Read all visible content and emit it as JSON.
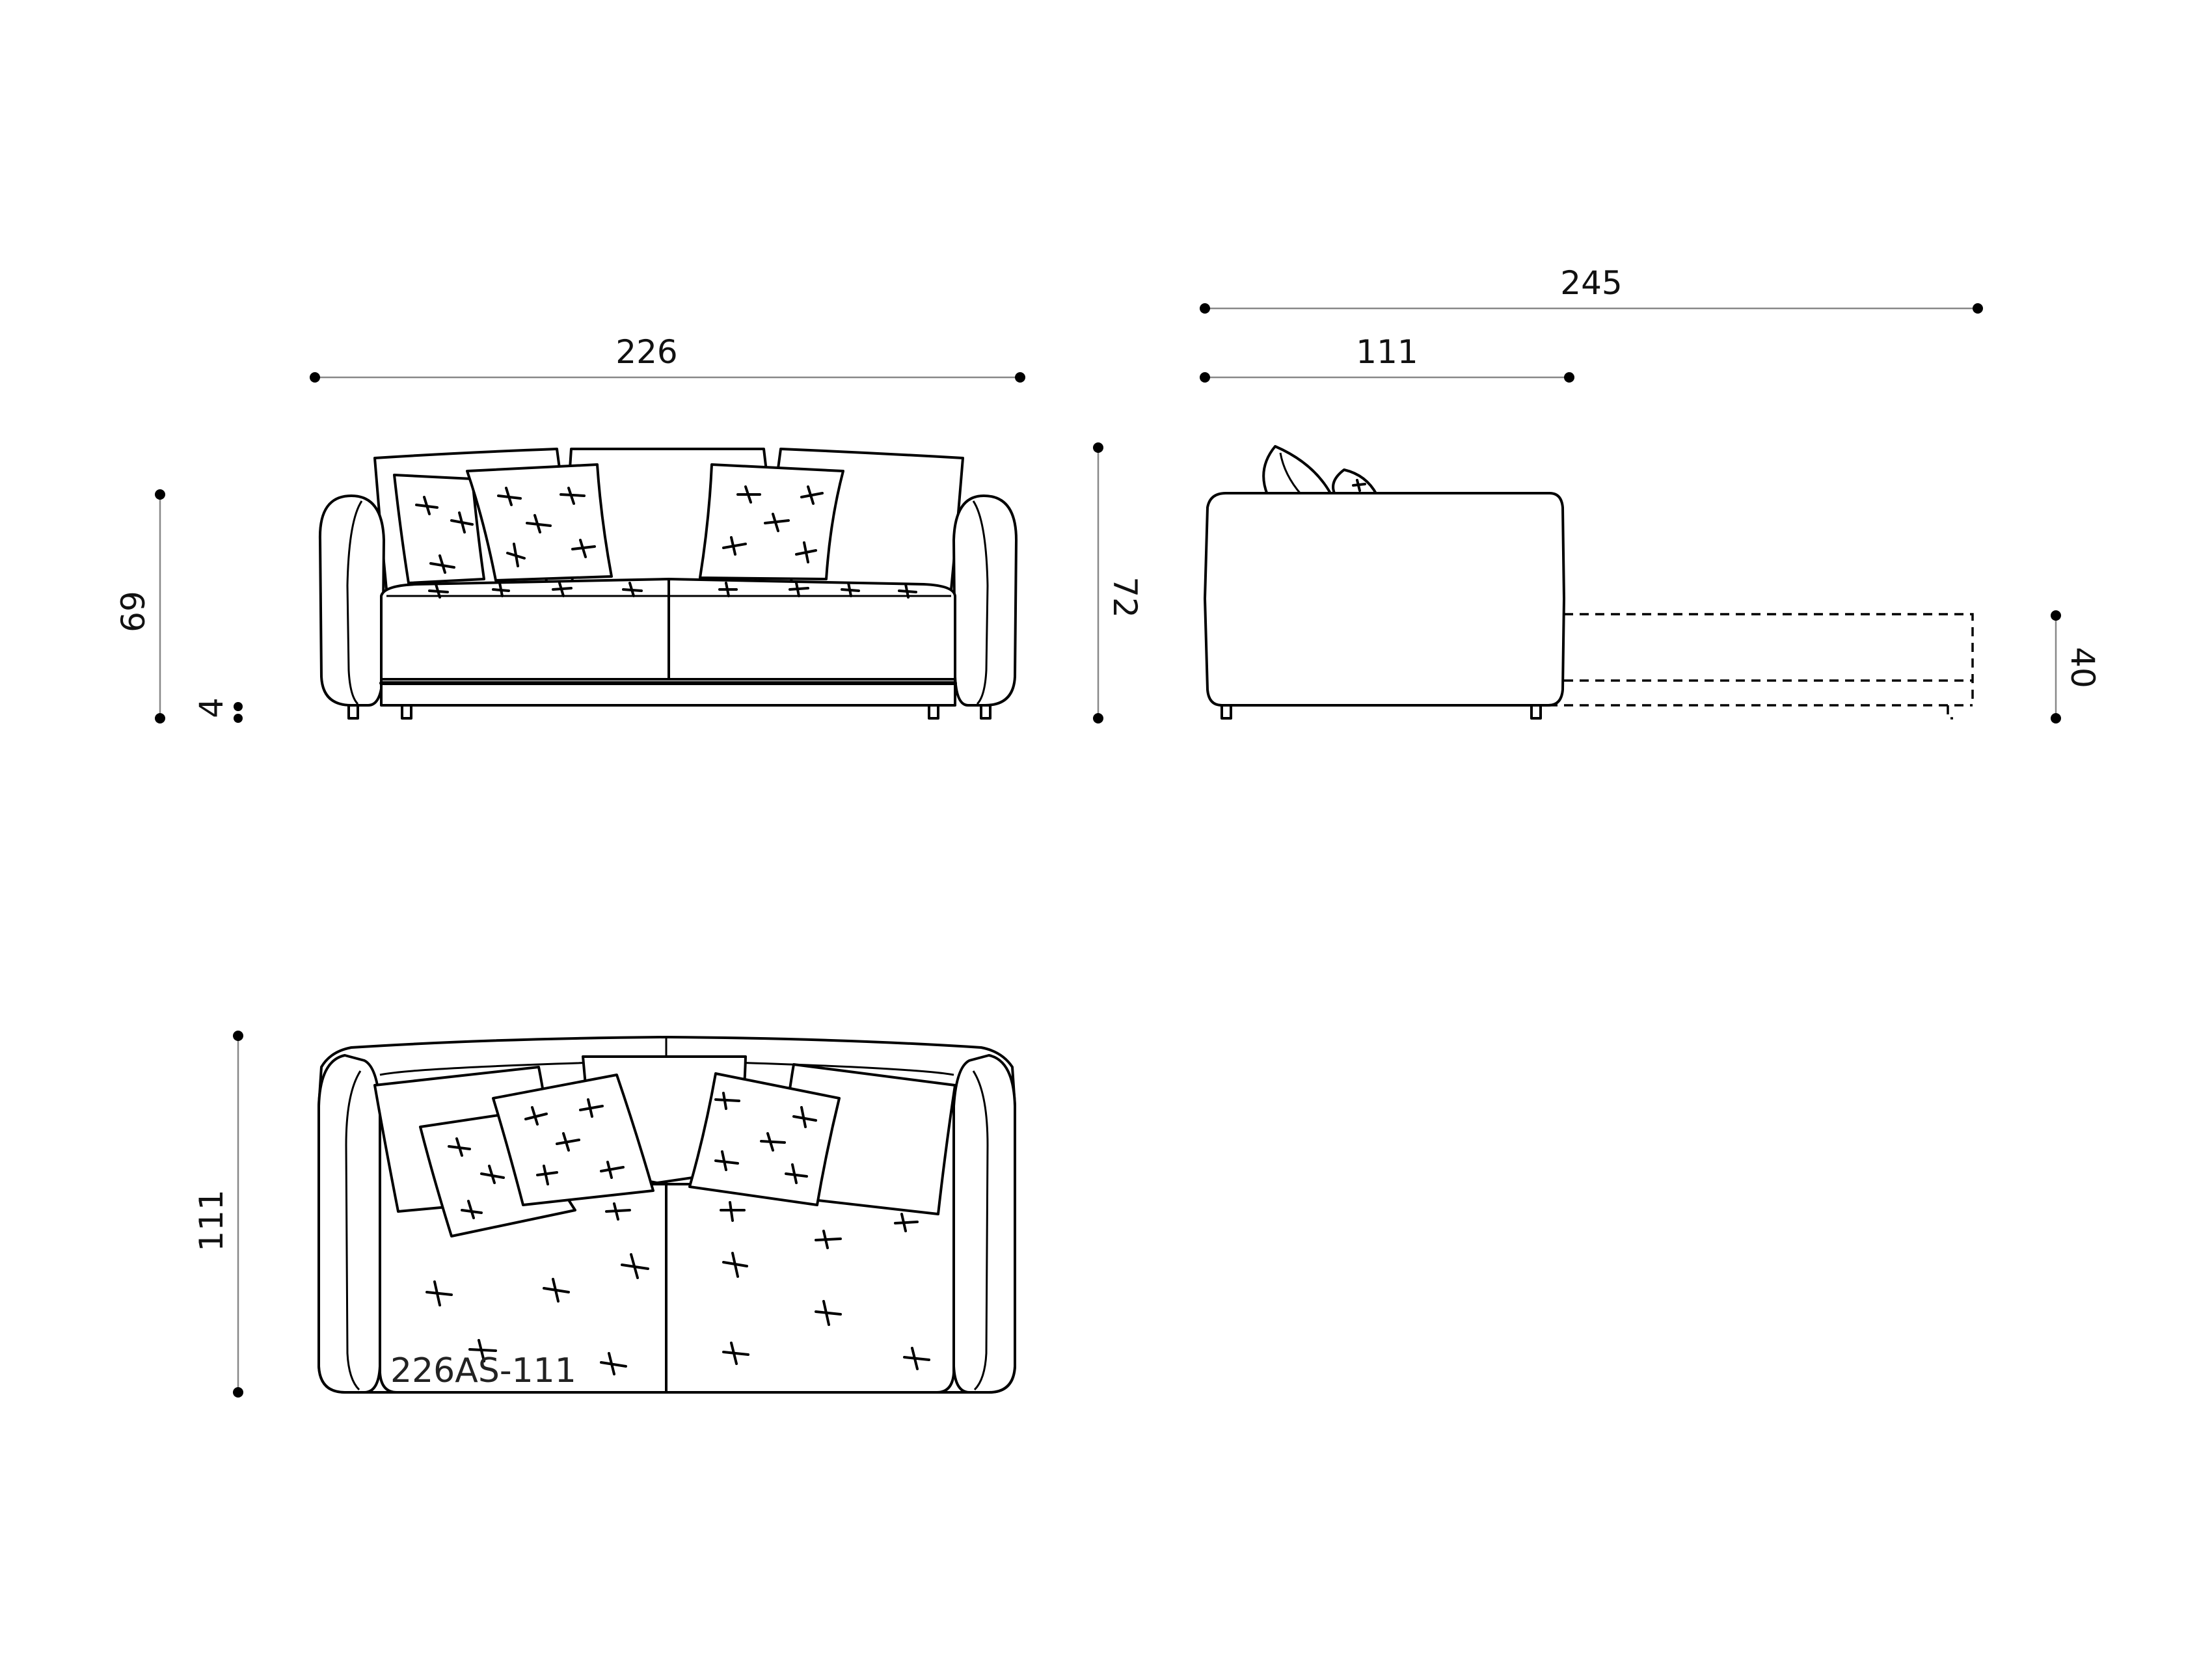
{
  "dimensions": {
    "front_width": "226",
    "front_height": "69",
    "leg_height": "4",
    "back_height": "72",
    "side_total_depth": "245",
    "side_depth": "111",
    "bed_height": "40",
    "top_depth": "111"
  },
  "model_code": "226AS-111"
}
